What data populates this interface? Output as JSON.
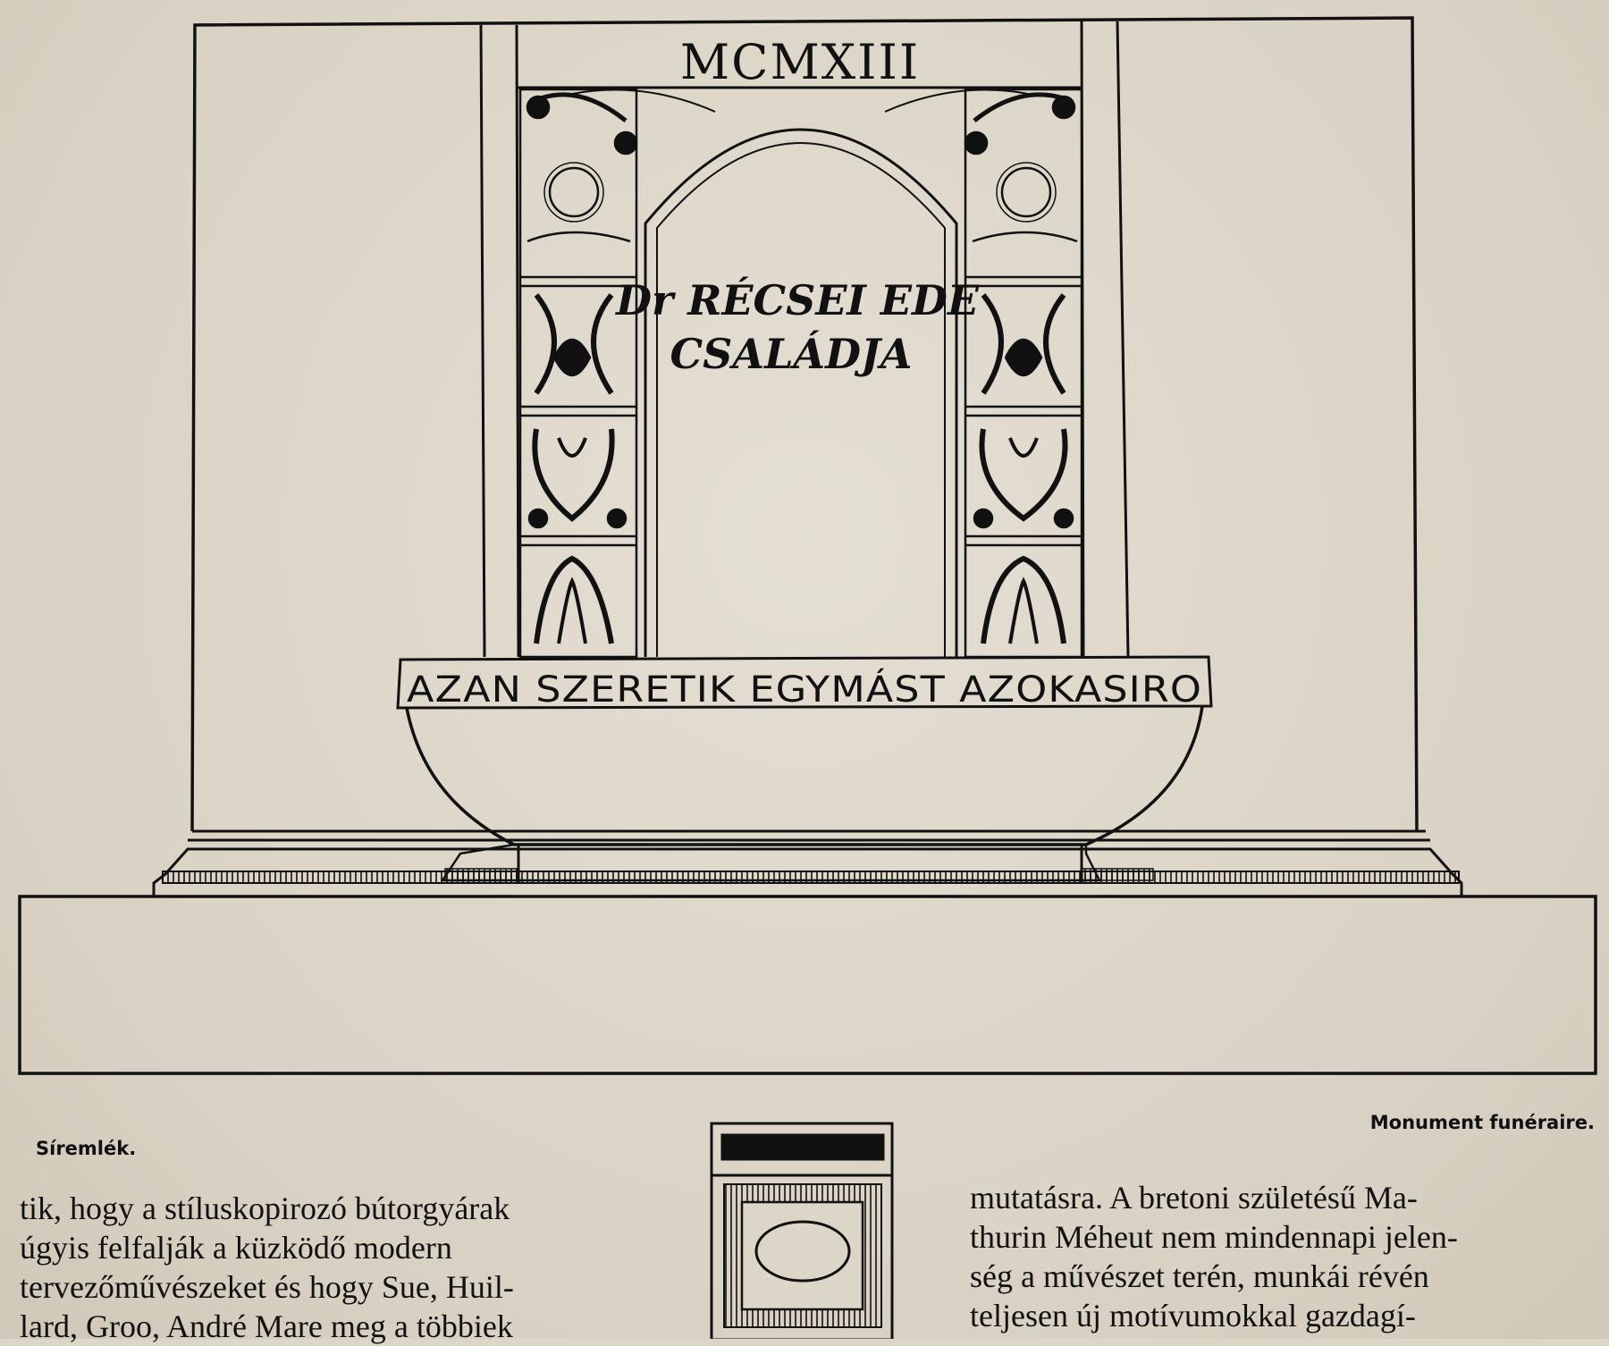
{
  "monument": {
    "year": "MCMXIII",
    "name_line1": "Dr RÉCSEI EDE",
    "name_line2": "CSALÁDJA",
    "rim_text": "AZAN SZERETIK EGYMÁST AZOKASIRO"
  },
  "captions": {
    "left": "Síremlék.",
    "right": "Monument funéraire."
  },
  "text": {
    "left_lines": [
      "tik, hogy a stíluskopirozó bútorgyárak",
      "úgyis felfalják a küzködő modern",
      "tervezőművészeket és hogy Sue, Huil-",
      "lard, Groo, André Mare meg a többiek"
    ],
    "right_lines": [
      "mutatásra. A bretoni születésű Ma-",
      "thurin Méheut nem mindennapi jelen-",
      "ség a művészet terén, munkái révén",
      "teljesen új motívumokkal gazdagí-"
    ]
  }
}
